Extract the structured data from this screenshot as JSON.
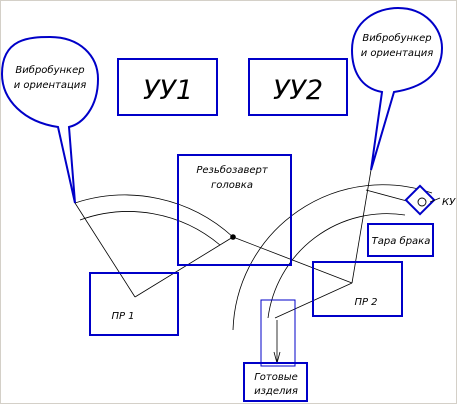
{
  "diagram": {
    "colors": {
      "accent": "#0000c8",
      "line": "#000000",
      "background": "#ffffff",
      "frame": "#d4d0c8"
    },
    "labels": {
      "hopper_left": [
        "Вибробункер",
        "и ориентация"
      ],
      "hopper_right": [
        "Вибробункер",
        "и ориентация"
      ],
      "uu1": "УУ1",
      "uu2": "УУ2",
      "screw_head": [
        "Резьбозаверт",
        "головка"
      ],
      "pr1": "ПР 1",
      "pr2": "ПР 2",
      "defect_bin": "Тара брака",
      "finished": [
        "Готовые",
        "изделия"
      ],
      "ku": "КУ"
    }
  }
}
